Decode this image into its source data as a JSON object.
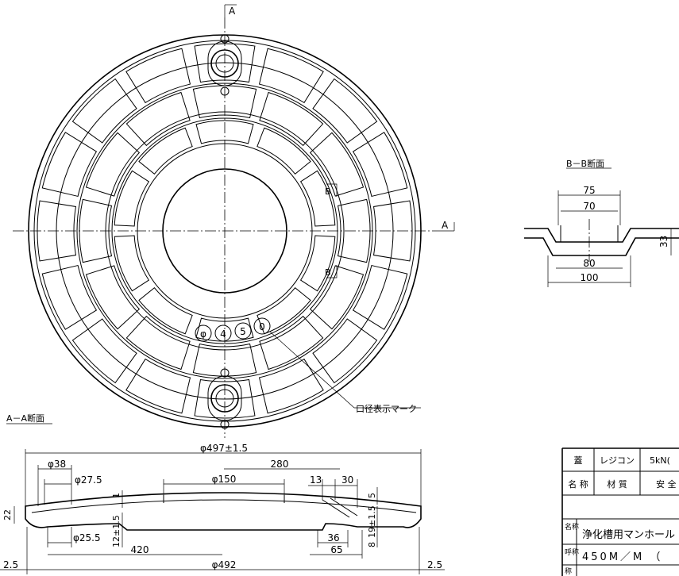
{
  "plan_view": {
    "section_mark_top": "A",
    "section_mark_right": "A",
    "section_b_upper": "B",
    "section_b_lower": "B",
    "diameter_marking": [
      "φ",
      "4",
      "5",
      "0"
    ],
    "diameter_mark_label": "口径表示マーク"
  },
  "section_bb": {
    "title": "B－B断面",
    "dims": [
      "75",
      "70",
      "33",
      "80",
      "100"
    ]
  },
  "section_aa": {
    "title": "A－A断面",
    "dims": {
      "overall": "φ497±1.5",
      "d280": "280",
      "d38": "φ38",
      "d27_5": "φ27.5",
      "d150": "φ150",
      "d13": "13",
      "d30": "30",
      "d1": "1",
      "d5": "5",
      "d22": "22",
      "d12": "12±1.5",
      "d19": "19±1.5",
      "d8": "8",
      "d25_5": "φ25.5",
      "d36": "36",
      "d420": "420",
      "d65": "65",
      "d492": "φ492",
      "left_25": "2.5",
      "right_25": "2.5"
    }
  },
  "title_block": {
    "r1": [
      "蓋",
      "レジコン",
      "5kN("
    ],
    "r2": [
      "名 称",
      "材 質",
      "安 全"
    ],
    "name_label": "名称",
    "name_value": "浄化槽用マンホール",
    "call_label": "呼称",
    "call_value": "450M／M （",
    "last_mark": "称"
  }
}
